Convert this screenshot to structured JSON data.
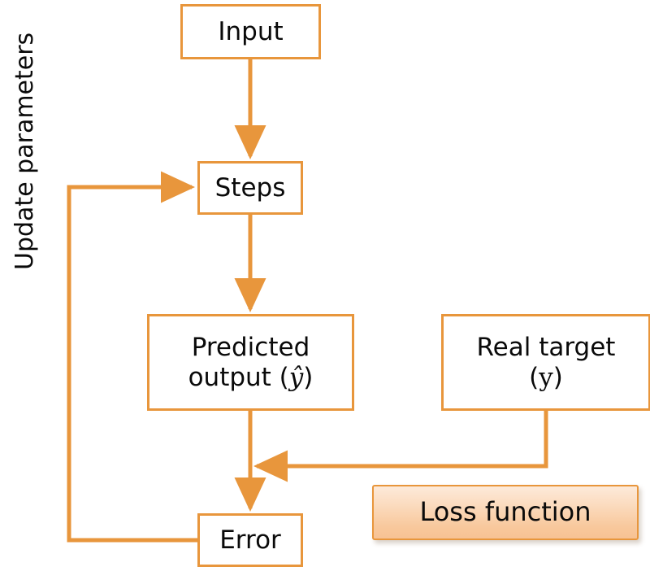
{
  "diagram": {
    "title": "Neural network training loop flowchart",
    "colors": {
      "accent": "#e8963c",
      "node_fill": "#ffffff",
      "loss_fill_top": "#fdeada",
      "loss_fill_bottom": "#f7c294",
      "text": "#0a0a0a",
      "background": "#ffffff"
    },
    "nodes": [
      {
        "id": "input",
        "label": "Input"
      },
      {
        "id": "steps",
        "label": "Steps"
      },
      {
        "id": "predicted_output",
        "label_line1": "Predicted",
        "label_line2_prefix": "output (",
        "label_line2_var": "ŷ",
        "label_line2_suffix": ")"
      },
      {
        "id": "real_target",
        "label_line1": "Real target",
        "label_line2_prefix": "(",
        "label_line2_var": "y",
        "label_line2_suffix": ")"
      },
      {
        "id": "error",
        "label": "Error"
      },
      {
        "id": "loss_function",
        "label": "Loss function"
      }
    ],
    "edges": [
      {
        "id": "input-to-steps",
        "from": "input",
        "to": "steps",
        "arrow": true
      },
      {
        "id": "steps-to-predicted",
        "from": "steps",
        "to": "predicted_output",
        "arrow": true
      },
      {
        "id": "predicted-to-error",
        "from": "predicted_output",
        "to": "error",
        "arrow": true
      },
      {
        "id": "realtarget-to-errorpath",
        "from": "real_target",
        "to": "predicted-to-error",
        "arrow": true
      },
      {
        "id": "error-to-steps-feedback",
        "from": "error",
        "to": "steps",
        "arrow": true,
        "label": "Update parameters"
      }
    ],
    "annotations": {
      "update_parameters": "Update parameters"
    }
  }
}
